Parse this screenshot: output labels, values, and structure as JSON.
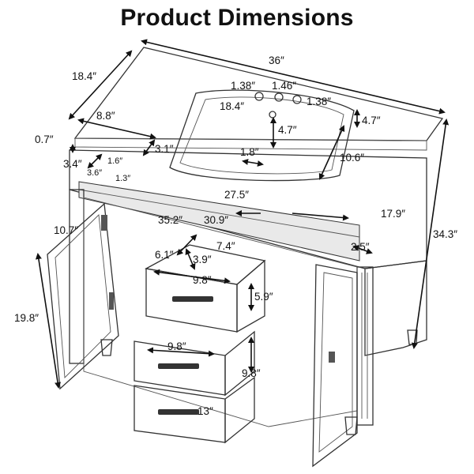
{
  "title": "Product Dimensions",
  "dimensions": {
    "top_width": "36″",
    "top_depth": "18.4″",
    "hole_spacing_left": "1.38″",
    "hole_spacing_mid": "1.46″",
    "hole_spacing_right": "1.38″",
    "basin_width": "18.4″",
    "edge_thickness": "0.7″",
    "left_offset": "8.8″",
    "side_3_1": "3.1″",
    "basin_depth_4_7": "4.7″",
    "back_4_7": "4.7″",
    "drain_1_8": "1.8″",
    "basin_10_6": "10.6″",
    "corner_3_4": "3.4″",
    "corner_1_6": "1.6″",
    "corner_3_6": "3.6″",
    "corner_1_3": "1.3″",
    "inner_27_5": "27.5″",
    "inner_35_2": "35.2″",
    "inner_30_9": "30.9″",
    "depth_17_9": "17.9″",
    "height_34_3": "34.3″",
    "door_10_7": "10.7″",
    "drawer_6_1": "6.1″",
    "drawer_7_4": "7.4″",
    "drawer_3_9": "3.9″",
    "shelf_2_5": "2.5″",
    "drawer_9_8_top": "9.8″",
    "drawer_5_9": "5.9″",
    "door_19_8": "19.8″",
    "drawer_9_8_mid": "9.8″",
    "drawer_9_8_side": "9.8″",
    "drawer_13": "13″"
  }
}
